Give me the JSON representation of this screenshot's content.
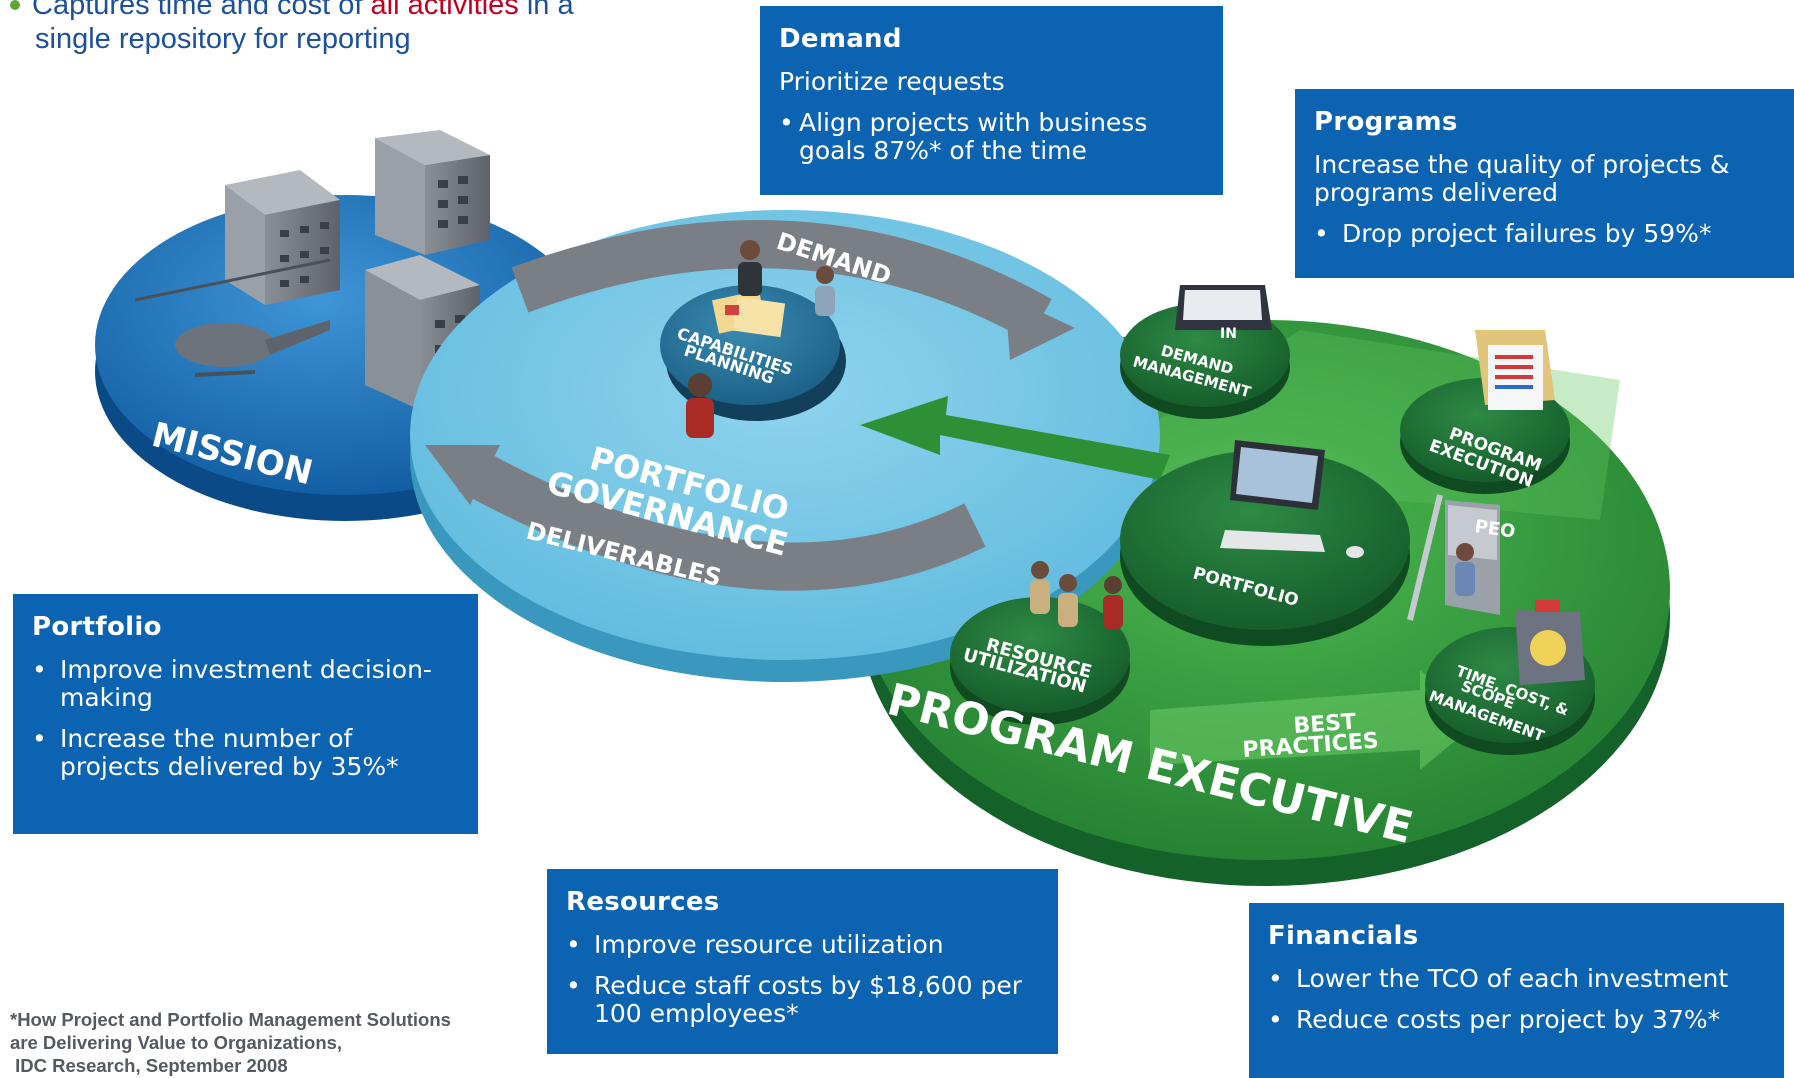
{
  "intro": {
    "line1_prefix": "Captures time and cost of ",
    "line1_highlight": "all activities",
    "line1_suffix": " in a",
    "line2": "single repository for reporting"
  },
  "boxes": {
    "demand": {
      "heading": "Demand",
      "subtitle": "Prioritize requests",
      "bullets": [
        "Align projects with business goals 87%* of the time"
      ]
    },
    "programs": {
      "heading": "Programs",
      "subtitle": "Increase the quality of projects & programs delivered",
      "bullets": [
        "Drop project failures by 59%*"
      ]
    },
    "portfolio": {
      "heading": "Portfolio",
      "bullets": [
        "Improve investment decision-making",
        "Increase the number of projects delivered by 35%*"
      ]
    },
    "resources": {
      "heading": "Resources",
      "bullets": [
        "Improve resource utilization",
        "Reduce staff costs by $18,600 per 100 employees*"
      ]
    },
    "financials": {
      "heading": "Financials",
      "bullets": [
        "Lower the TCO of each investment",
        "Reduce costs per project by 37%*"
      ]
    }
  },
  "diagram": {
    "mission": "MISSION",
    "demand_arc": "DEMAND",
    "deliverables_arc": "DELIVERABLES",
    "portfolio_governance_1": "PORTFOLIO",
    "portfolio_governance_2": "GOVERNANCE",
    "capabilities_1": "CAPABILITIES",
    "capabilities_2": "PLANNING",
    "program_executive": "PROGRAM EXECUTIVE",
    "demand_management_1": "DEMAND",
    "demand_management_2": "MANAGEMENT",
    "inbox_label": "IN",
    "program_execution_1": "PROGRAM",
    "program_execution_2": "EXECUTION",
    "portfolio_node": "PORTFOLIO",
    "peo_label": "PEO",
    "resource_utilization_1": "RESOURCE",
    "resource_utilization_2": "UTILIZATION",
    "time_cost_1": "TIME, COST, &",
    "time_cost_2": "SCOPE",
    "time_cost_3": "MANAGEMENT",
    "best_practices_1": "BEST",
    "best_practices_2": "PRACTICES"
  },
  "footnote": {
    "line1": "*How Project and Portfolio Management Solutions",
    "line2": "are Delivering Value to Organizations,",
    "line3": " IDC Research, September 2008"
  },
  "colors": {
    "box_blue": "#0b63b2",
    "mission_blue": "#1a72b8",
    "governance_light_blue": "#6ec3e2",
    "executive_green": "#2f9a3a",
    "node_dark_green": "#1c6a34",
    "intro_text": "#1c4f9c",
    "highlight_red": "#c00020"
  }
}
